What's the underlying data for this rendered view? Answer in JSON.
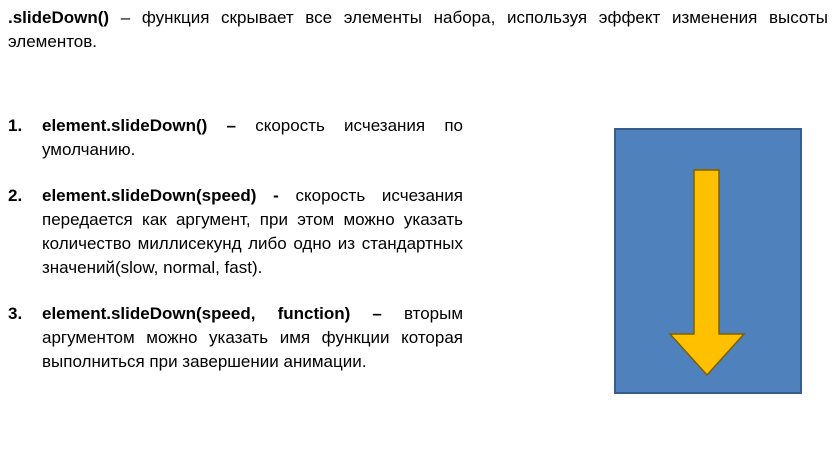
{
  "intro": {
    "method": ".slideDown()",
    "separator": " – ",
    "description": "функция скрывает все элементы набора, используя эффект изменения высоты элементов."
  },
  "items": [
    {
      "number": "1.",
      "code": "element.slideDown()",
      "separator": " – ",
      "text": "скорость исчезания по умолчанию."
    },
    {
      "number": "2.",
      "code": "element.slideDown(speed)",
      "separator": "  -  ",
      "text": "скорость исчезания передается как аргумент, при этом можно указать количество миллисекунд либо одно из стандартных значений(slow, normal, fast)."
    },
    {
      "number": "3.",
      "code": "element.slideDown(speed, function)",
      "separator": " – ",
      "text": "вторым аргументом можно указать имя функции которая выполниться при завершении анимации."
    }
  ],
  "illustration": {
    "box_color": "#4f81bd",
    "box_border_color": "#385d8a",
    "arrow_color": "#ffc000",
    "arrow_border_color": "#7f6000",
    "arrow_direction": "down",
    "icon": "down-arrow-icon"
  }
}
